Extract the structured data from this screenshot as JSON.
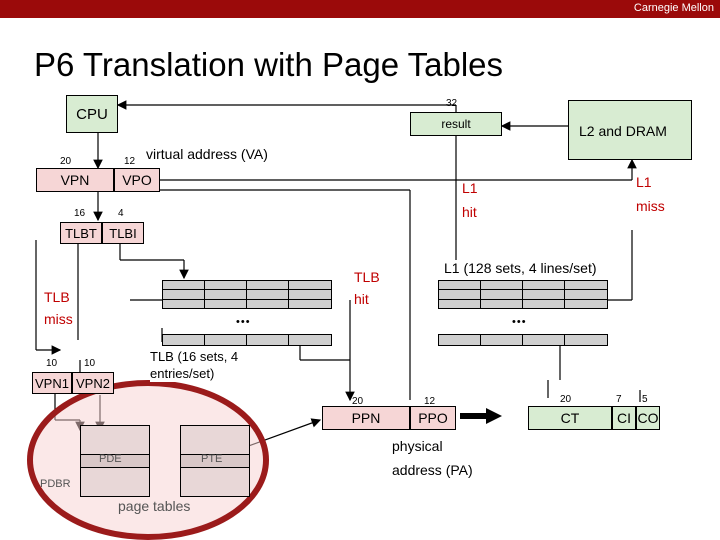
{
  "header": {
    "brand": "Carnegie Mellon"
  },
  "slide": {
    "title": "P6 Translation with Page Tables"
  },
  "cpu": {
    "label": "CPU"
  },
  "l2dram": {
    "label": "L2 and DRAM"
  },
  "result": {
    "label": "result",
    "bits": "32"
  },
  "va": {
    "label": "virtual address (VA)",
    "vpn": "VPN",
    "vpo": "VPO",
    "vpn_bits": "20",
    "vpo_bits": "12"
  },
  "tlbt": {
    "label": "TLBT",
    "tlbi": "TLBI",
    "tlbt_bits": "16",
    "tlbi_bits": "4"
  },
  "tlb": {
    "hit": "TLB\nhit",
    "miss": "TLB\nmiss",
    "desc": "TLB (16 sets, 4\nentries/set)"
  },
  "l1": {
    "hit": "L1\nhit",
    "miss": "L1\nmiss",
    "desc": "L1 (128 sets, 4 lines/set)"
  },
  "vpn_split": {
    "vpn1": "VPN1",
    "vpn2": "VPN2",
    "vpn1_bits": "10",
    "vpn2_bits": "10"
  },
  "pa": {
    "ppn": "PPN",
    "ppo": "PPO",
    "ppn_bits": "20",
    "ppo_bits": "12",
    "label": "physical\naddress (PA)"
  },
  "cache_addr": {
    "ct": "CT",
    "ci": "CI",
    "co": "CO",
    "ct_bits": "20",
    "ci_bits": "7",
    "co_bits": "5"
  },
  "pagetables": {
    "pde": "PDE",
    "pte": "PTE",
    "pdbr": "PDBR",
    "label": "page tables"
  },
  "ellipsis": "•••"
}
